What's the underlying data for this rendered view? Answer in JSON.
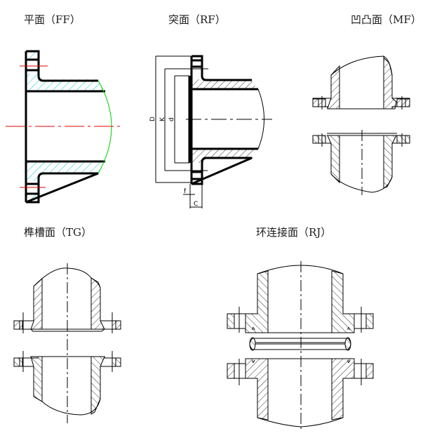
{
  "diagram": {
    "subject": "Flange sealing face types",
    "panels": [
      {
        "id": "ff",
        "title": "平面（FF）"
      },
      {
        "id": "rf",
        "title": "突面（RF）",
        "dimension_labels": [
          "D",
          "K",
          "d",
          "f",
          "C"
        ]
      },
      {
        "id": "mf",
        "title": "凹凸面（MF）"
      },
      {
        "id": "tg",
        "title": "榫槽面（TG）"
      },
      {
        "id": "rj",
        "title": "环连接面（RJ）"
      }
    ],
    "colors": {
      "outline": "#000000",
      "centerline_ff": "#e00000",
      "hatch_ff": "#00c8d8",
      "arc_ff": "#00d000",
      "hatch": "#000000"
    }
  }
}
